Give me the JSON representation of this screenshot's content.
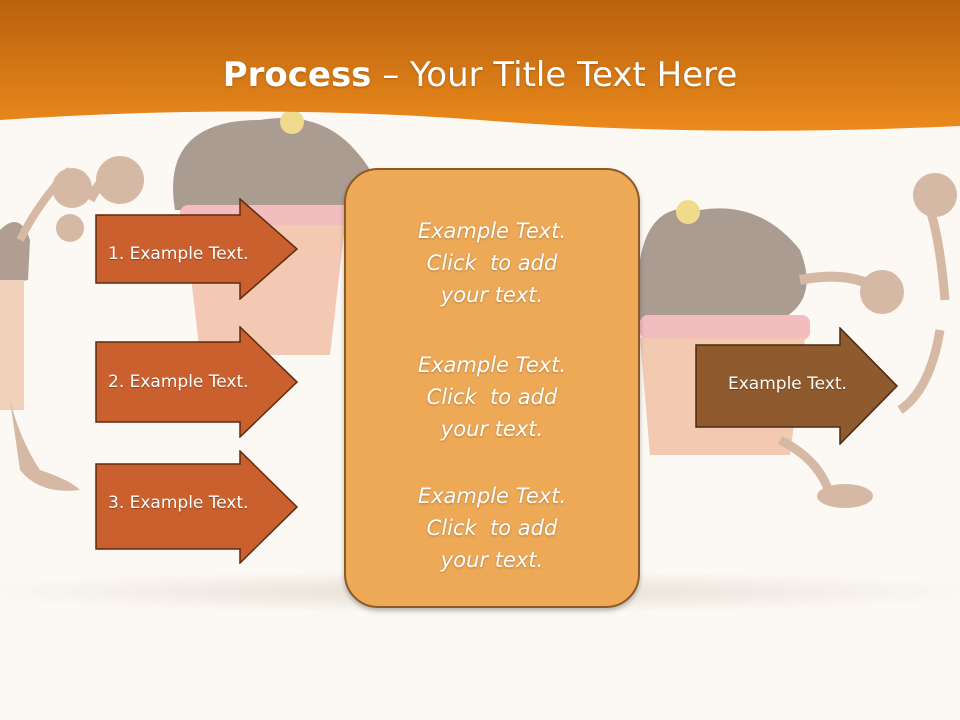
{
  "slide": {
    "title_bold": "Process",
    "title_rest": " – Your Title Text Here"
  },
  "left_arrows": [
    {
      "label": "1. Example Text."
    },
    {
      "label": "2. Example Text."
    },
    {
      "label": "3. Example Text."
    }
  ],
  "center_box": {
    "blocks": [
      {
        "lines": [
          "Example Text.",
          "Click  to add",
          "your text."
        ]
      },
      {
        "lines": [
          "Example Text.",
          "Click  to add",
          "your text."
        ]
      },
      {
        "lines": [
          "Example Text.",
          "Click  to add",
          "your text."
        ]
      }
    ]
  },
  "right_arrow": {
    "label": "Example Text."
  },
  "colors": {
    "header_orange": "#e0821c",
    "left_arrow_fill": "#c9602e",
    "right_arrow_fill": "#8f5a2d",
    "center_box_fill": "#eea957",
    "background": "#fcf8f3"
  }
}
